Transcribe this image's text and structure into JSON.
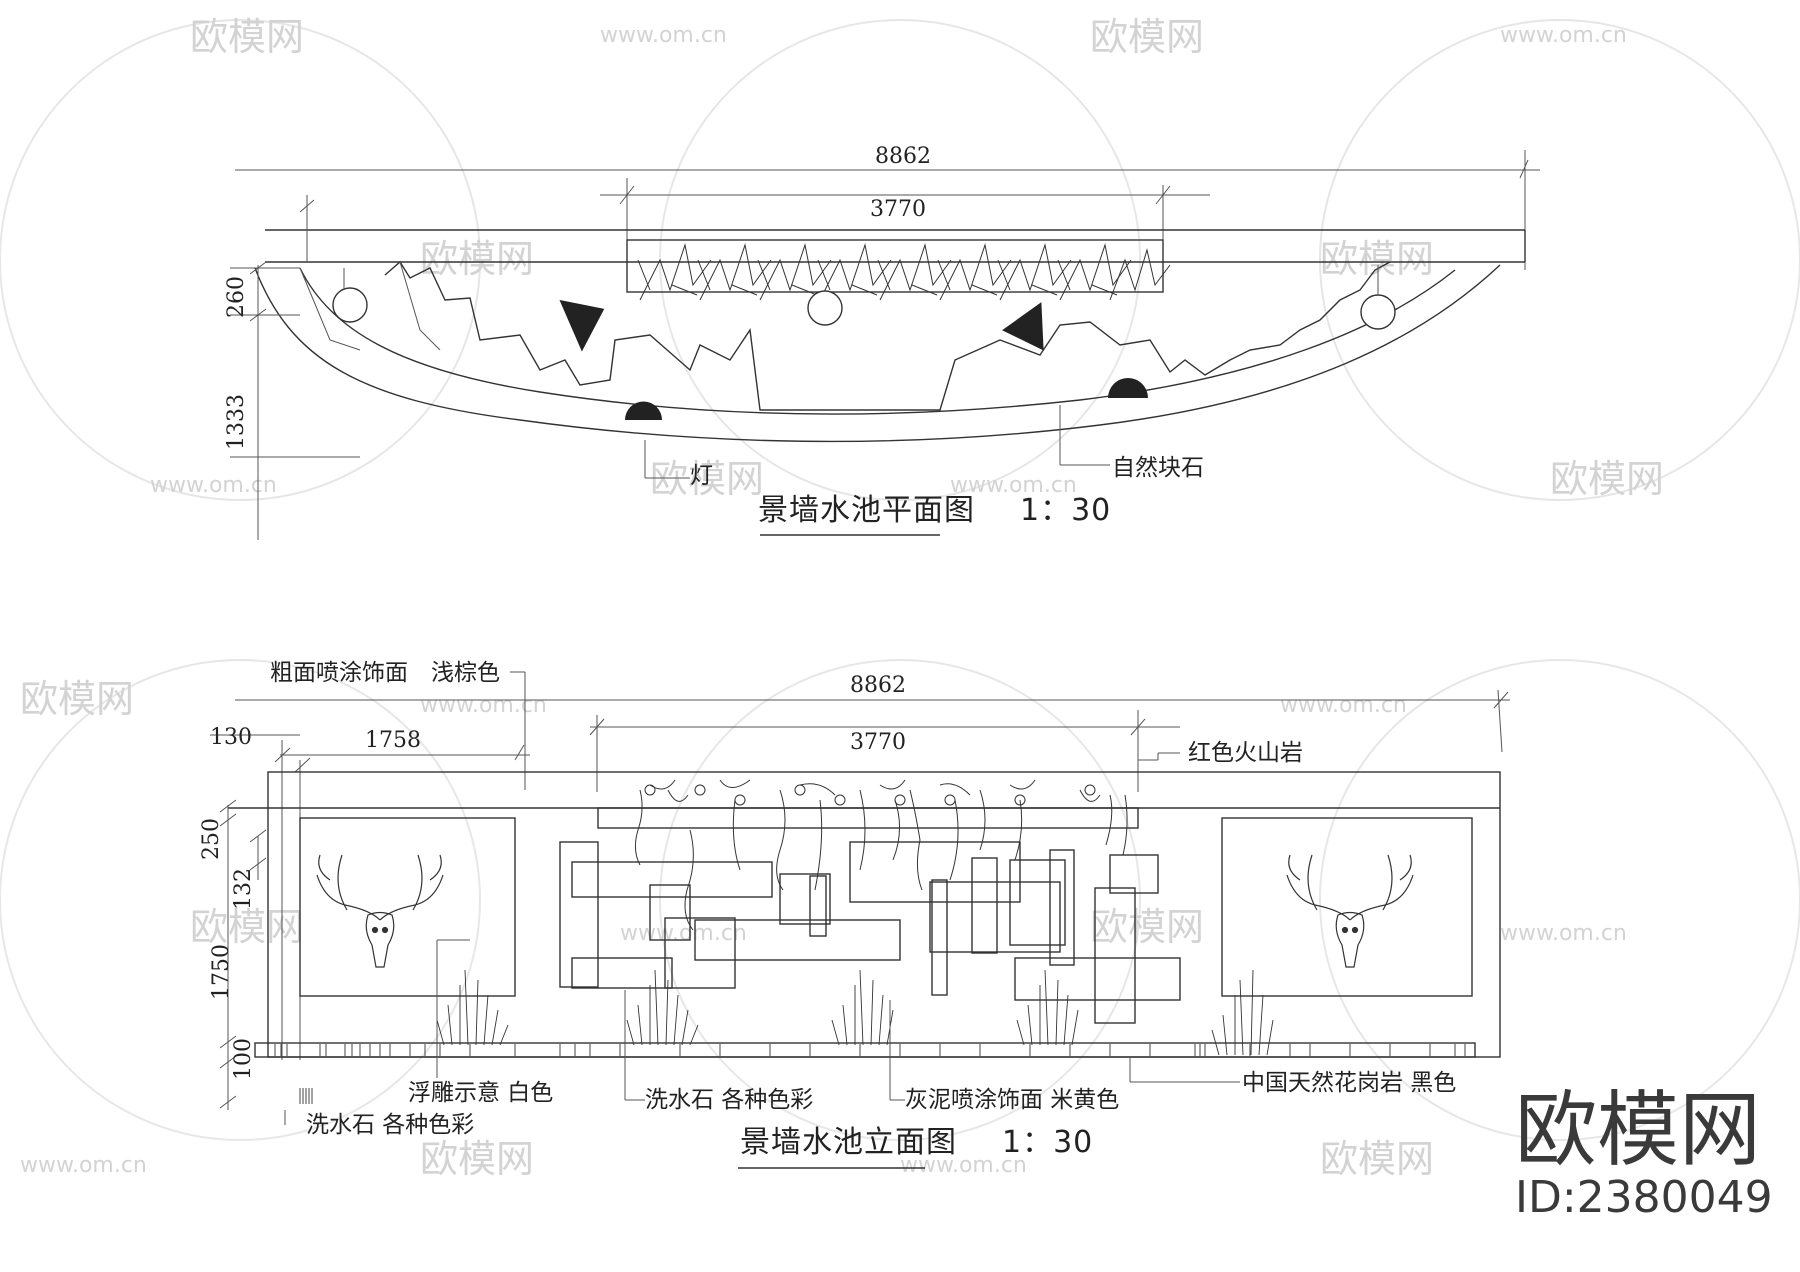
{
  "plan": {
    "dim_total": "8862",
    "dim_planter": "3770",
    "dim_side_a": "260",
    "dim_side_b": "1333",
    "label_light": "灯",
    "label_stone": "自然块石",
    "title": "景墙水池平面图",
    "scale": "1：30"
  },
  "elevation": {
    "dim_total": "8862",
    "dim_planter": "3770",
    "dim_130": "130",
    "dim_1758": "1758",
    "dim_250": "250",
    "dim_132": "132",
    "dim_1750": "1750",
    "dim_100": "100",
    "label_top_finish": "粗面喷涂饰面　浅棕色",
    "label_volcanic": "红色火山岩",
    "label_relief": "浮雕示意 白色",
    "label_pebble_1": "洗水石 各种色彩",
    "label_pebble_2": "洗水石 各种色彩",
    "label_plaster": "灰泥喷涂饰面 米黄色",
    "label_granite": "中国天然花岗岩 黑色",
    "title": "景墙水池立面图",
    "scale": "1：30"
  },
  "watermark": {
    "brand_cn": "欧模网",
    "url": "www.om.cn",
    "id_text": "ID:2380049"
  }
}
